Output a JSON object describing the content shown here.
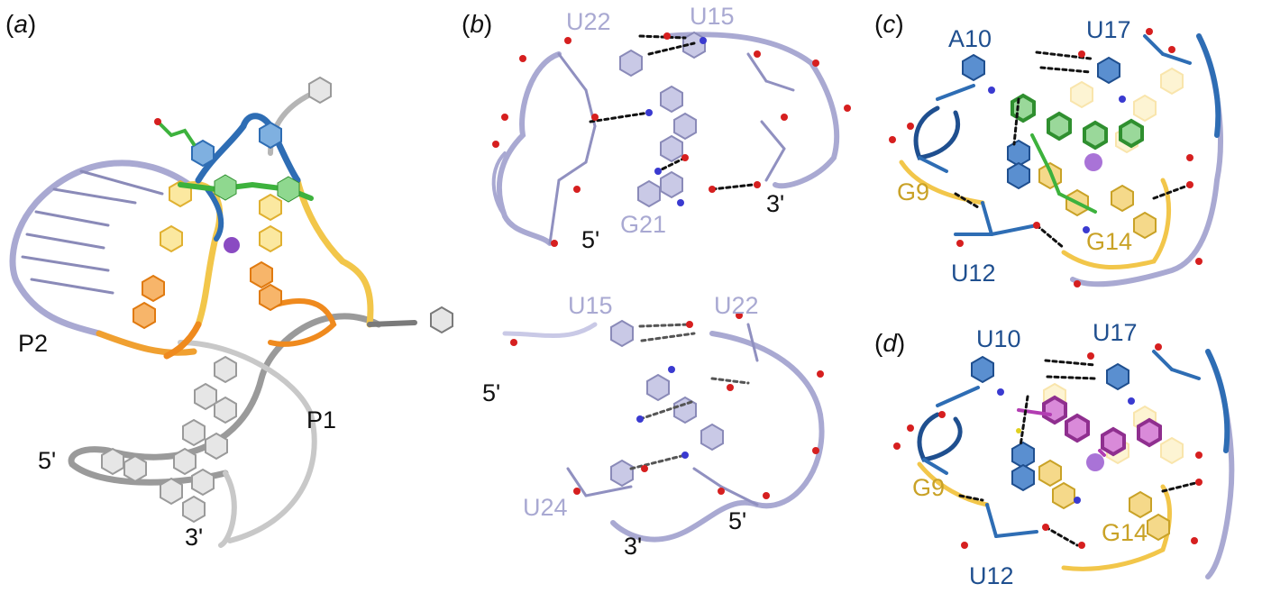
{
  "colors": {
    "lavender": "#a9a9d2",
    "lavender_dark": "#8a8ab8",
    "blue": "#2e6db4",
    "blue_label": "#1f4f8f",
    "yellow": "#f2c64a",
    "yellow_label": "#c9a227",
    "orange": "#ef8a1e",
    "green": "#3db23d",
    "magenta": "#b23db2",
    "grey": "#8c8c8c",
    "light_grey": "#cfcfcf",
    "oxygen": "#d61f1f",
    "nitrogen": "#3a3ad0",
    "ion": "#8a4bc2",
    "hbond": "#111111"
  },
  "panels": {
    "a": {
      "label": "a",
      "labels": {
        "p2": "P2",
        "p1": "P1",
        "five": "5'",
        "three": "3'"
      }
    },
    "b": {
      "label": "b",
      "top": {
        "u22": "U22",
        "u15": "U15",
        "g21": "G21",
        "five": "5'",
        "three": "3'"
      },
      "bottom": {
        "u15": "U15",
        "u22": "U22",
        "u24": "U24",
        "five_left": "5'",
        "five_right": "5'",
        "three": "3'"
      }
    },
    "c": {
      "label": "c",
      "labels": {
        "a10": "A10",
        "u17": "U17",
        "g9": "G9",
        "g14": "G14",
        "u12": "U12"
      }
    },
    "d": {
      "label": "d",
      "labels": {
        "u10": "U10",
        "u17": "U17",
        "g9": "G9",
        "g14": "G14",
        "u12": "U12"
      }
    }
  }
}
